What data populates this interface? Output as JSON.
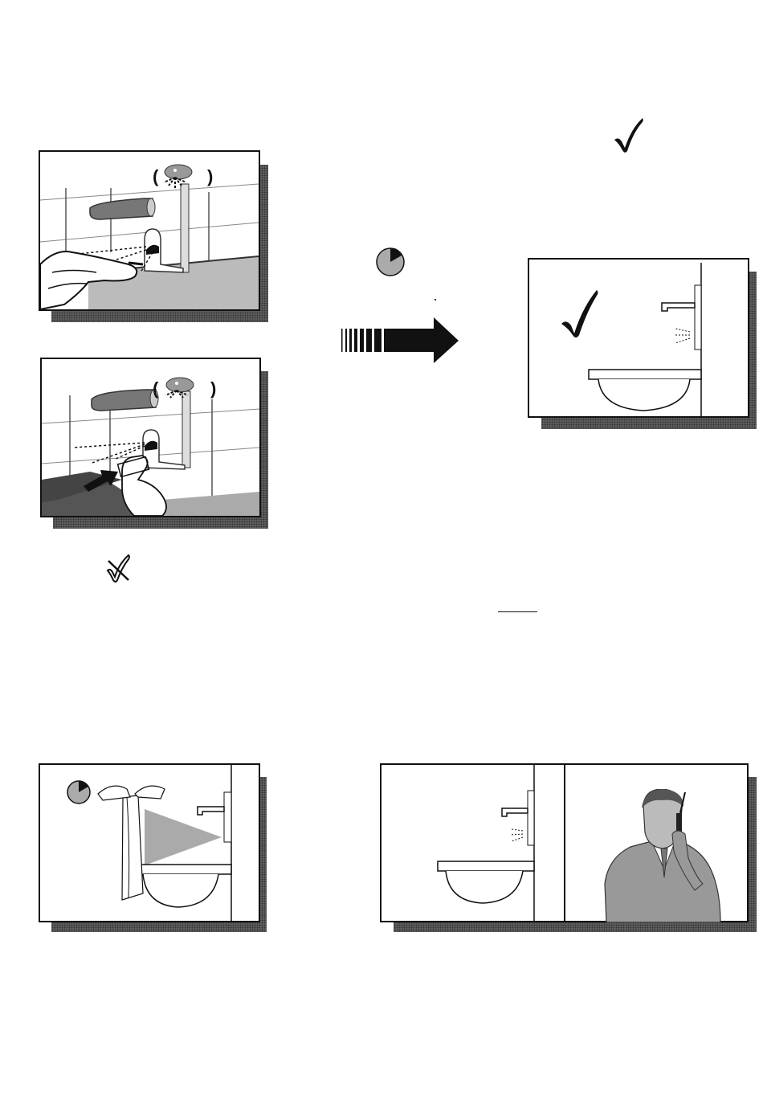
{
  "figures": [
    {
      "id": "faucet-finger-test",
      "icon": "faucet-sensor-finger-icon"
    },
    {
      "id": "faucet-hand-reflective-test",
      "icon": "faucet-sensor-reflective-hand-icon"
    },
    {
      "id": "faucet-correct-result",
      "icon": "faucet-wall-basin-check-icon"
    },
    {
      "id": "faucet-towel-test",
      "icon": "faucet-towel-clock-icon"
    },
    {
      "id": "faucet-service-call",
      "icon": "faucet-wall-basin-icon"
    },
    {
      "id": "technician-call",
      "icon": "man-telephone-icon"
    }
  ],
  "symbols": {
    "checkmark_top": "checkmark-icon",
    "checkmark_panel": "checkmark-icon",
    "crossed_check": "crossed-checkmark-icon",
    "timer": "timer-clock-icon",
    "arrow": "striped-arrow-icon"
  },
  "colors": {
    "ink": "#111111",
    "shadow": "#666666",
    "gray_fill": "#aaaaaa"
  }
}
